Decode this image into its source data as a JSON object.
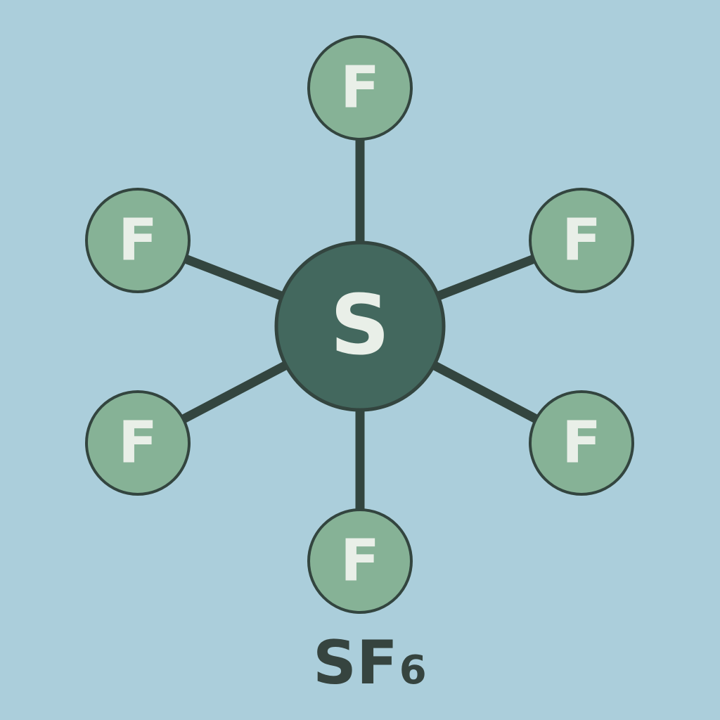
{
  "colors": {
    "background": "#abcedb",
    "bond": "#33453f",
    "central_atom_fill": "#43685e",
    "outer_atom_fill": "#86b296",
    "atom_text": "#e9efe8",
    "formula_text": "#36443f"
  },
  "central_atom": {
    "symbol": "S"
  },
  "outer_atoms": [
    {
      "symbol": "F",
      "position": "top"
    },
    {
      "symbol": "F",
      "position": "upper-left"
    },
    {
      "symbol": "F",
      "position": "upper-right"
    },
    {
      "symbol": "F",
      "position": "lower-left"
    },
    {
      "symbol": "F",
      "position": "lower-right"
    },
    {
      "symbol": "F",
      "position": "bottom"
    }
  ],
  "formula": {
    "main": "SF",
    "subscript": "6"
  }
}
